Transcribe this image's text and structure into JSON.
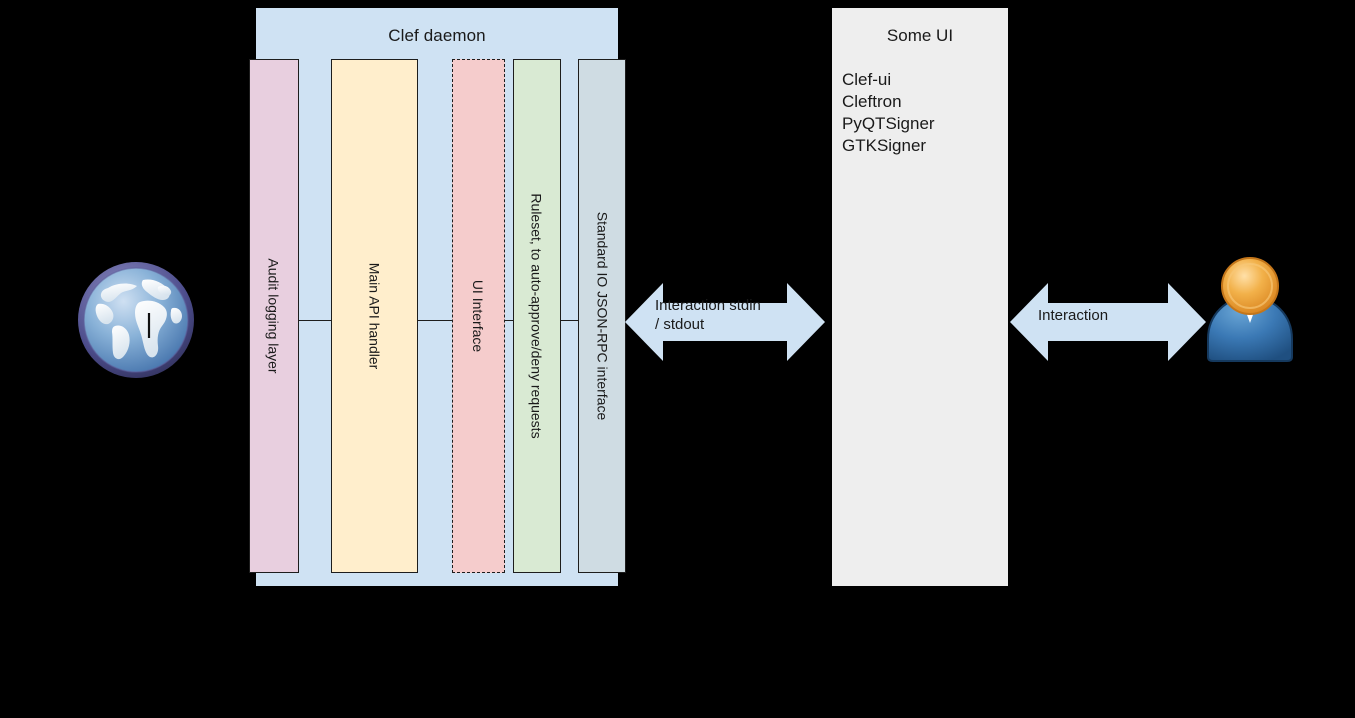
{
  "diagram": {
    "background_color": "#000000",
    "daemon": {
      "title": "Clef daemon",
      "fill": "#cfe2f3",
      "columns": [
        {
          "id": "audit",
          "label": "Audit logging layer",
          "fill": "#e8cfdf",
          "border": "solid"
        },
        {
          "id": "api",
          "label": "Main API handler",
          "fill": "#ffeecc",
          "border": "solid"
        },
        {
          "id": "ui",
          "label": "UI Interface",
          "fill": "#f5cccc",
          "border": "dashed"
        },
        {
          "id": "ruleset",
          "label": "Ruleset, to auto-approve/deny requests",
          "fill": "#d9ead3",
          "border": "solid"
        },
        {
          "id": "stdio",
          "label": "Standard IO JSON-RPC interface",
          "fill": "#cfdce3",
          "border": "solid"
        }
      ]
    },
    "some_ui": {
      "title": "Some UI",
      "fill": "#eeeeee",
      "items": [
        "Clef-ui",
        "Cleftron",
        "PyQTSigner",
        "GTKSigner"
      ]
    },
    "arrows": [
      {
        "id": "stdio-arrow",
        "label": "Interaction stdin\n/ stdout",
        "fill": "#cfe2f3",
        "direction": "both"
      },
      {
        "id": "user-arrow",
        "label": "Interaction",
        "fill": "#cfe2f3",
        "direction": "both"
      }
    ],
    "icons": [
      {
        "id": "globe",
        "name": "globe-internet-icon",
        "colors": {
          "ocean": "#5b8fc9",
          "land": "#ffffff",
          "rim": "#4a4a84"
        }
      },
      {
        "id": "user",
        "name": "user-person-icon",
        "colors": {
          "head": "#e8a33d",
          "body": "#2e6da4",
          "collar": "#ffffff"
        }
      }
    ]
  }
}
